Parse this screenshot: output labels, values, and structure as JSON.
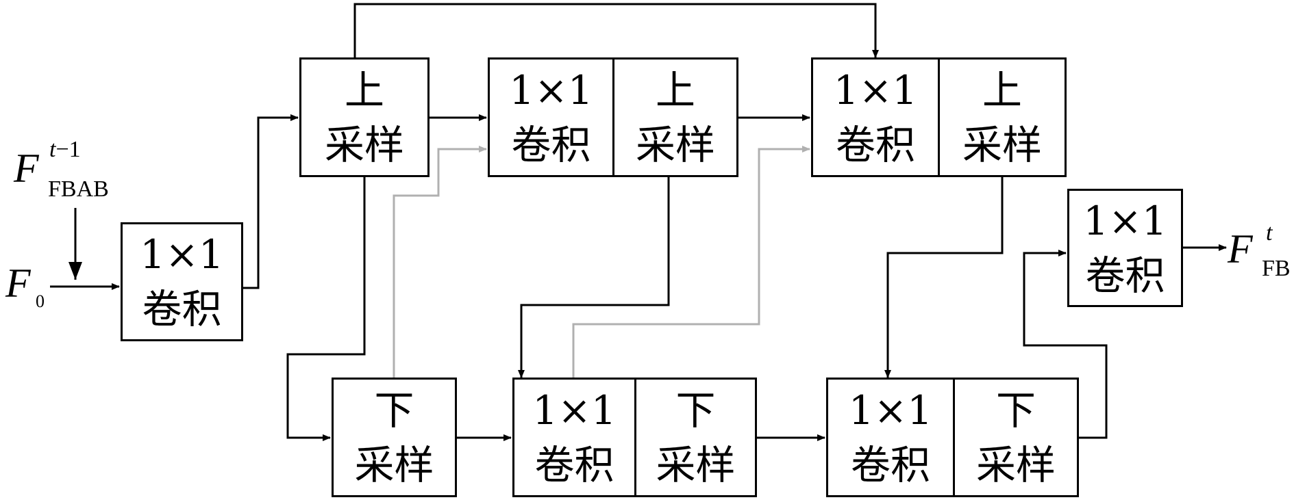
{
  "blocks": {
    "conv_in": {
      "top": "1×1",
      "bottom": "卷积"
    },
    "up1": {
      "top": "上",
      "bottom": "采样"
    },
    "conv_a": {
      "top": "1×1",
      "bottom": "卷积"
    },
    "up2": {
      "top": "上",
      "bottom": "采样"
    },
    "conv_b": {
      "top": "1×1",
      "bottom": "卷积"
    },
    "up3": {
      "top": "上",
      "bottom": "采样"
    },
    "down1": {
      "top": "下",
      "bottom": "采样"
    },
    "conv_c": {
      "top": "1×1",
      "bottom": "卷积"
    },
    "down2": {
      "top": "下",
      "bottom": "采样"
    },
    "conv_d": {
      "top": "1×1",
      "bottom": "卷积"
    },
    "down3": {
      "top": "下",
      "bottom": "采样"
    },
    "conv_out": {
      "top": "1×1",
      "bottom": "卷积"
    }
  },
  "labels": {
    "f_prev": {
      "main": "F",
      "sup_var": "t",
      "sup_rest": "−1",
      "sub": "FBAB"
    },
    "f0": {
      "main": "F",
      "sub": "0"
    },
    "f_out": {
      "main": "F",
      "sup_var": "t",
      "sub": "FB"
    }
  },
  "colors": {
    "line": "#000000",
    "skip": "#b0b0b0"
  }
}
